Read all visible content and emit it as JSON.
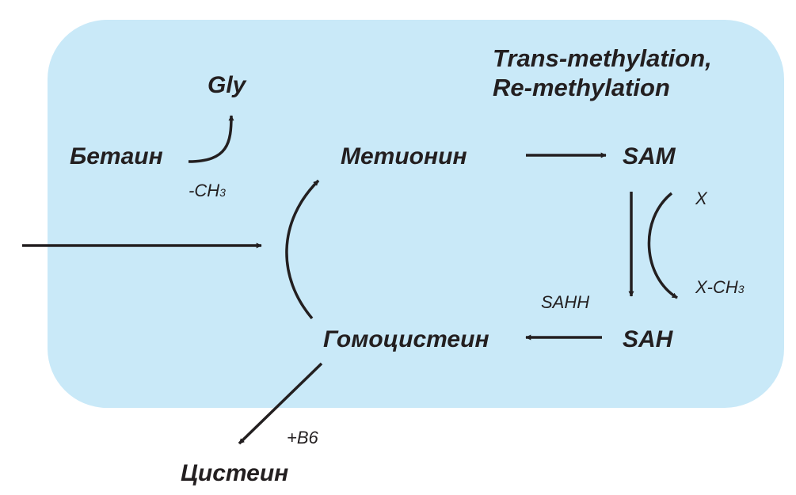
{
  "colors": {
    "region_fill": "#c9e9f8",
    "ink": "#231f20"
  },
  "title": {
    "line1": "Trans-methylation,",
    "line2": "Re-methylation"
  },
  "nodes": {
    "gly": "Gly",
    "betaine": "Бетаин",
    "methionine": "Метионин",
    "sam": "SAM",
    "sah": "SAH",
    "homocysteine": "Гомоцистеин",
    "cysteine": "Цистеин"
  },
  "edge_labels": {
    "methyl_prefix": "-CH",
    "methyl_sub": "3",
    "x": "X",
    "x_methyl_prefix": "X-CH",
    "x_methyl_sub": "3",
    "sahh": "SAHH",
    "b6": "+B6"
  }
}
